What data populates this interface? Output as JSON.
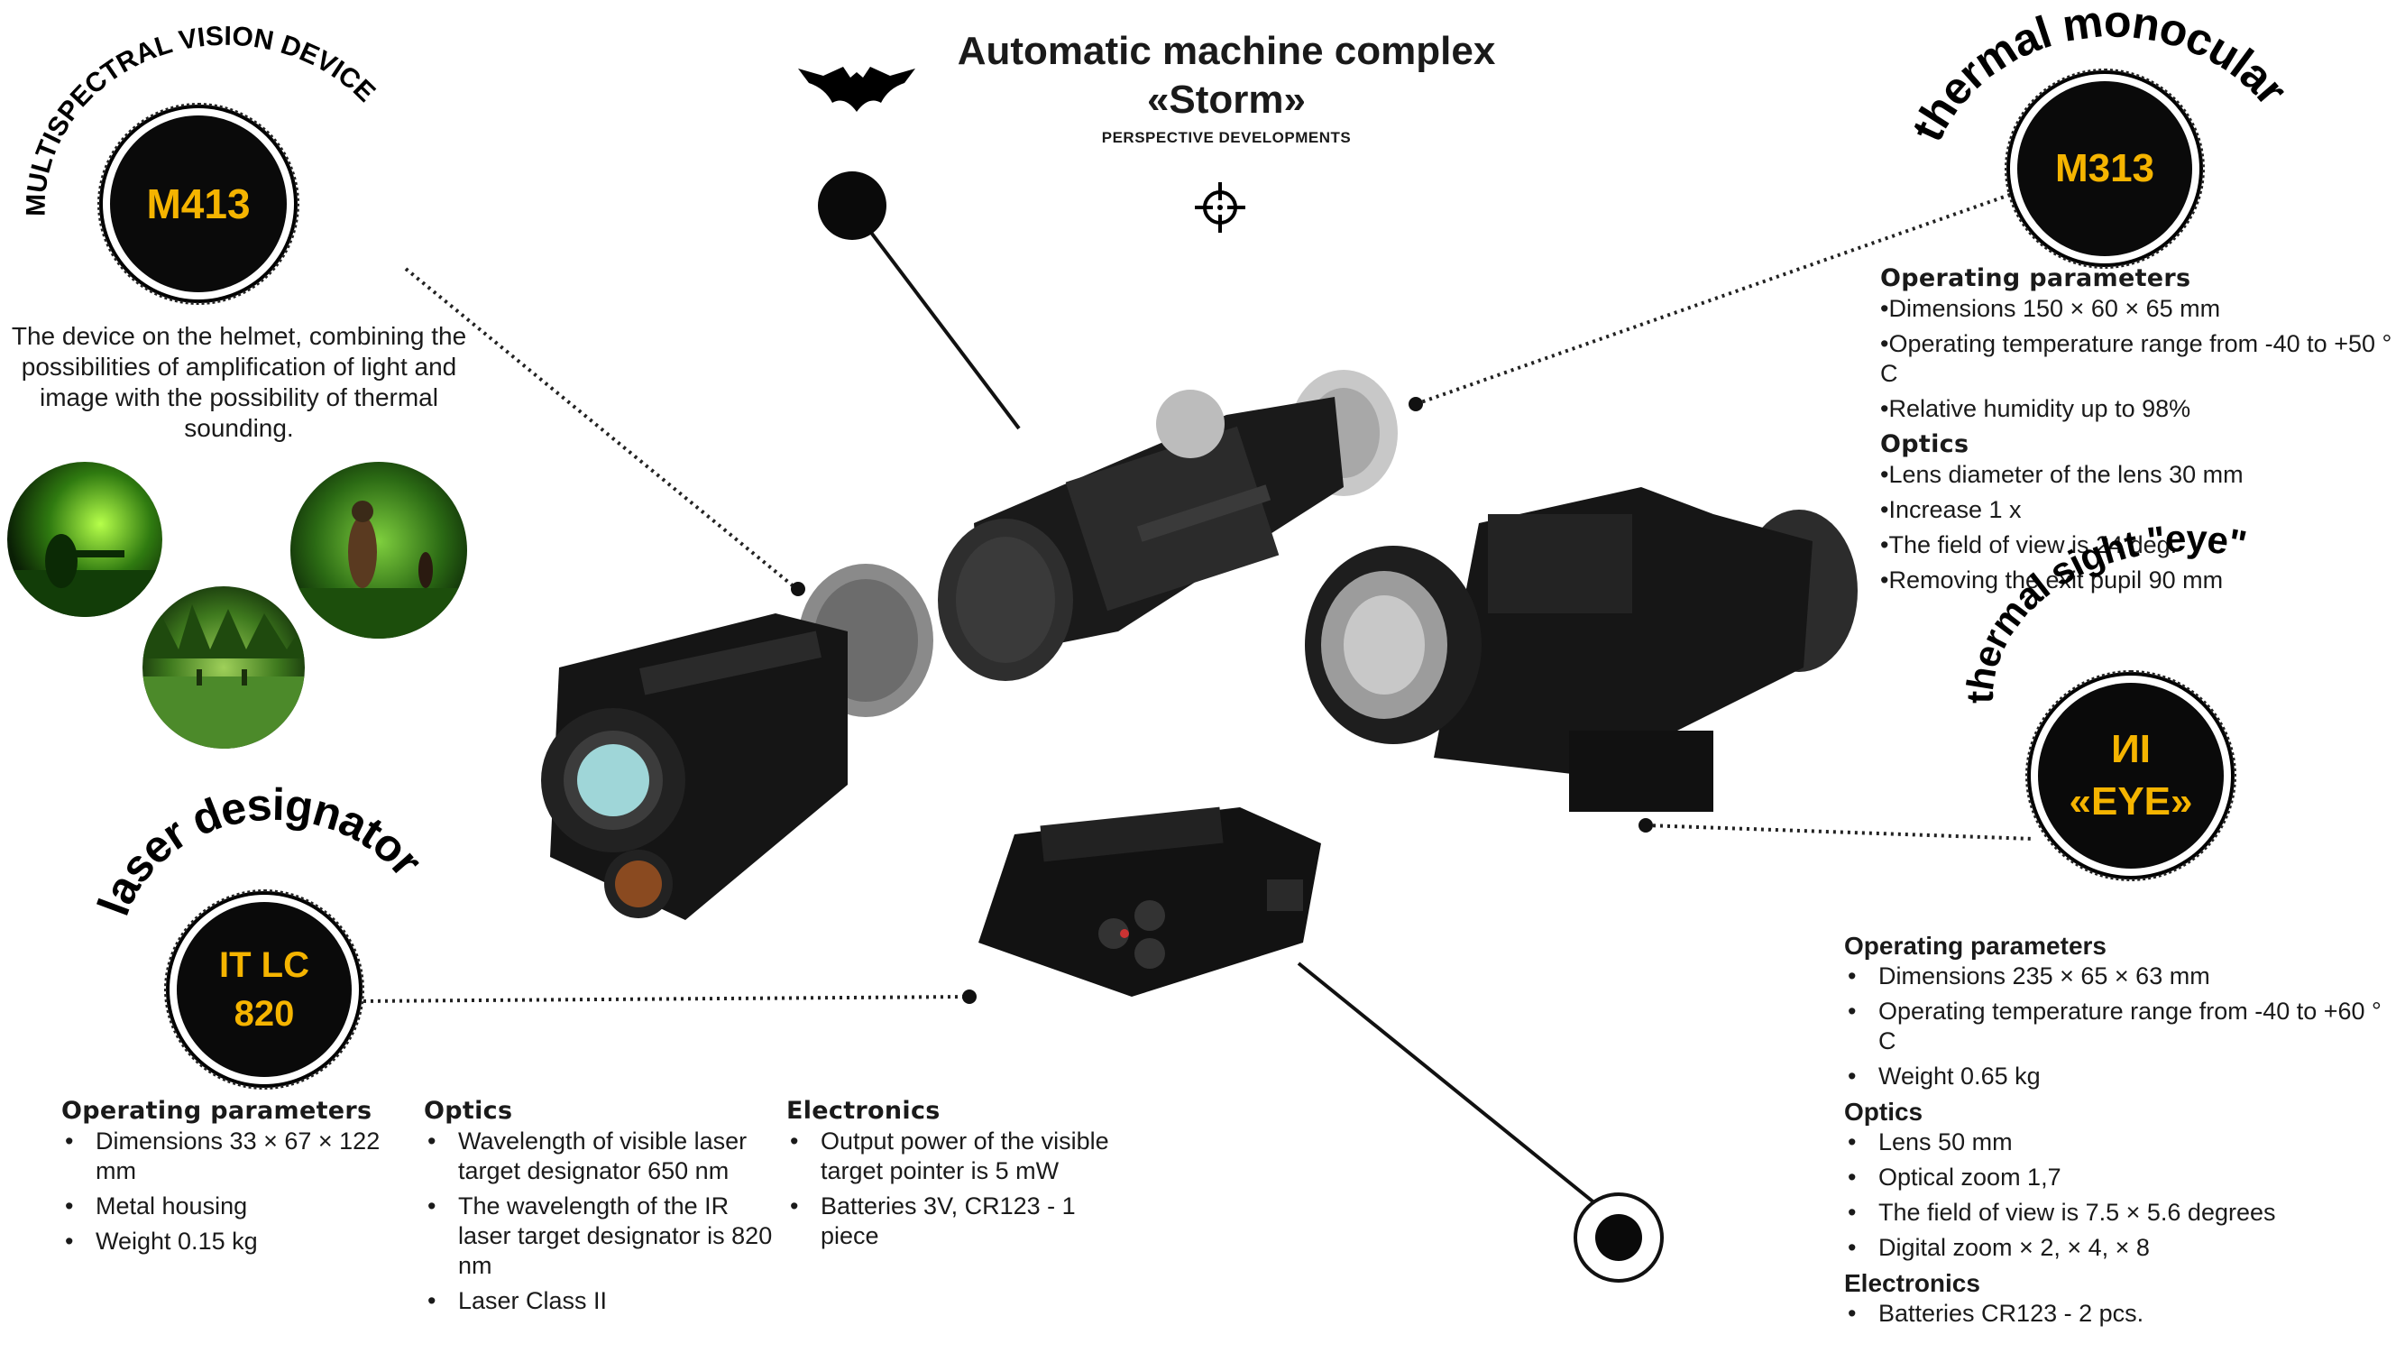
{
  "header": {
    "title_line1": "Automatic machine complex",
    "title_line2": "«Storm»",
    "subtitle": "PERSPECTIVE DEVELOPMENTS",
    "logo_icon": "bat-icon",
    "target_icon": "crosshair-icon"
  },
  "colors": {
    "accent": "#f5b400",
    "badge": "#0a0a0a"
  },
  "m413": {
    "arc_label": "MULTISPECTRAL VISION DEVICE",
    "badge": "M413",
    "description": "The device on the helmet, combining the possibilities of amplification of light and image with the possibility of thermal sounding."
  },
  "m313": {
    "arc_label": "thermal monocular",
    "badge": "M313",
    "operating_heading": "Operating parameters",
    "operating": [
      "•Dimensions 150 × 60 × 65 mm",
      "•Operating temperature range from -40 to +50 ° C",
      "•Relative humidity up to 98%"
    ],
    "optics_heading": "Optics",
    "optics": [
      "•Lens diameter of the lens 30 mm",
      "•Increase 1 x",
      "•The field of view is 24 deg.",
      "•Removing the exit pupil 90 mm"
    ]
  },
  "eye": {
    "arc_label": "thermal sight \"eye\"",
    "badge_line1": "ИІ",
    "badge_line2": "«EYE»",
    "operating_heading": "Operating parameters",
    "operating": [
      "Dimensions 235 × 65 × 63 mm",
      "Operating temperature range from -40 to +60 ° C",
      "Weight 0.65 kg"
    ],
    "optics_heading": "Optics",
    "optics": [
      "Lens 50 mm",
      "Optical zoom 1,7",
      "The field of view is 7.5 × 5.6 degrees",
      "Digital zoom × 2, × 4, × 8"
    ],
    "electronics_heading": "Electronics",
    "electronics": [
      "Batteries CR123 - 2 pcs."
    ]
  },
  "laser": {
    "arc_label": "laser designator",
    "badge_line1": "IT LC",
    "badge_line2": "820",
    "operating_heading": "Operating parameters",
    "operating": [
      "Dimensions 33 × 67 × 122 mm",
      "Metal housing",
      "Weight 0.15 kg"
    ],
    "optics_heading": "Optics",
    "optics": [
      "Wavelength of visible laser target designator 650 nm",
      "The wavelength of the IR laser target designator is 820 nm",
      "Laser Class II"
    ],
    "electronics_heading": "Electronics",
    "electronics": [
      "Output power of the visible target pointer is 5 mW",
      "Batteries 3V, CR123 - 1 piece"
    ]
  }
}
